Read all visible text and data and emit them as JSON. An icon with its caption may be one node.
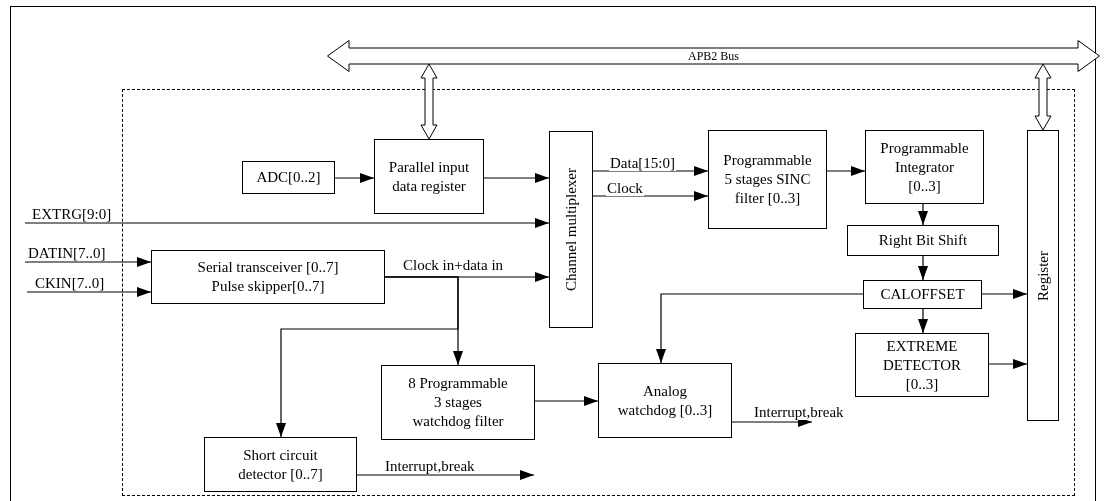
{
  "diagram": {
    "nodes": [
      {
        "text": [
          "APB2 Bus"
        ]
      },
      {
        "text": [],
        "shape": "box"
      },
      {
        "text": [
          "ADC[0..2]"
        ],
        "in": 1
      },
      {
        "text": [
          "Parallel input data register"
        ],
        "in": 1
      },
      {
        "text": [
          "Channel multiplexer"
        ],
        "in": 1
      },
      {
        "text": [
          "Programmable 5 stages SINC filter [0..3]"
        ],
        "in": 1
      },
      {
        "text": [
          "Programmable Integrator [0..3]"
        ],
        "in": 1
      },
      {
        "text": [
          "Right Bit Shift"
        ],
        "in": 1
      },
      {
        "text": [
          "CALOFFSET"
        ],
        "in": 1
      },
      {
        "text": [
          "EXTREME DETECTOR [0..3]"
        ],
        "in": 1
      },
      {
        "text": [
          "Register"
        ],
        "in": 1
      },
      {
        "text": [
          "EXTRG[9:0]"
        ]
      },
      {
        "text": [
          "DATIN[7..0]"
        ]
      },
      {
        "text": [
          "CKIN[7..0]"
        ]
      },
      {
        "text": [
          "Serial transceiver [0..7]",
          "Pulse skipper[0..7]"
        ],
        "in": 1
      },
      {
        "text": [
          "8 Programmable 3 stages watchdog filter"
        ],
        "in": 1
      },
      {
        "text": [
          "Analog watchdog [0..3]"
        ],
        "in": 1
      },
      {
        "text": [
          "Short circuit detector [0..7]"
        ],
        "in": 1
      }
    ],
    "edges": [
      {
        "from": 0,
        "to": 3,
        "arrow": "both",
        "style": "thick"
      },
      {
        "from": 0,
        "to": 10,
        "arrow": "both",
        "style": "thick"
      },
      {
        "from": 2,
        "to": 3,
        "arrow": "to"
      },
      {
        "from": 3,
        "to": 4,
        "arrow": "to"
      },
      {
        "from": 11,
        "to": 4,
        "arrow": "to"
      },
      {
        "from": 12,
        "to": 14,
        "arrow": "to"
      },
      {
        "from": 13,
        "to": 14,
        "arrow": "to"
      },
      {
        "from": 14,
        "to": 4,
        "arrow": "to",
        "label": "Clock in+data in"
      },
      {
        "from": 14,
        "to": 15,
        "arrow": "to"
      },
      {
        "from": 14,
        "to": 17,
        "arrow": "to"
      },
      {
        "from": 4,
        "to": 5,
        "arrow": "to",
        "label": "Data[15:0]"
      },
      {
        "from": 4,
        "to": 5,
        "arrow": "to",
        "label": "Clock"
      },
      {
        "from": 5,
        "to": 6,
        "arrow": "to"
      },
      {
        "from": 6,
        "to": 7,
        "arrow": "to"
      },
      {
        "from": 7,
        "to": 8,
        "arrow": "to"
      },
      {
        "from": 8,
        "to": 10,
        "arrow": "to"
      },
      {
        "from": 8,
        "to": 9,
        "arrow": "to"
      },
      {
        "from": 9,
        "to": 10,
        "arrow": "to"
      },
      {
        "from": 8,
        "to": 16,
        "arrow": "to"
      },
      {
        "from": 15,
        "to": 16,
        "arrow": "to"
      },
      {
        "from": 16,
        "to": null,
        "arrow": "to",
        "label": "Interrupt,break"
      },
      {
        "from": 17,
        "to": null,
        "arrow": "to",
        "label": "Interrupt,break"
      }
    ]
  }
}
